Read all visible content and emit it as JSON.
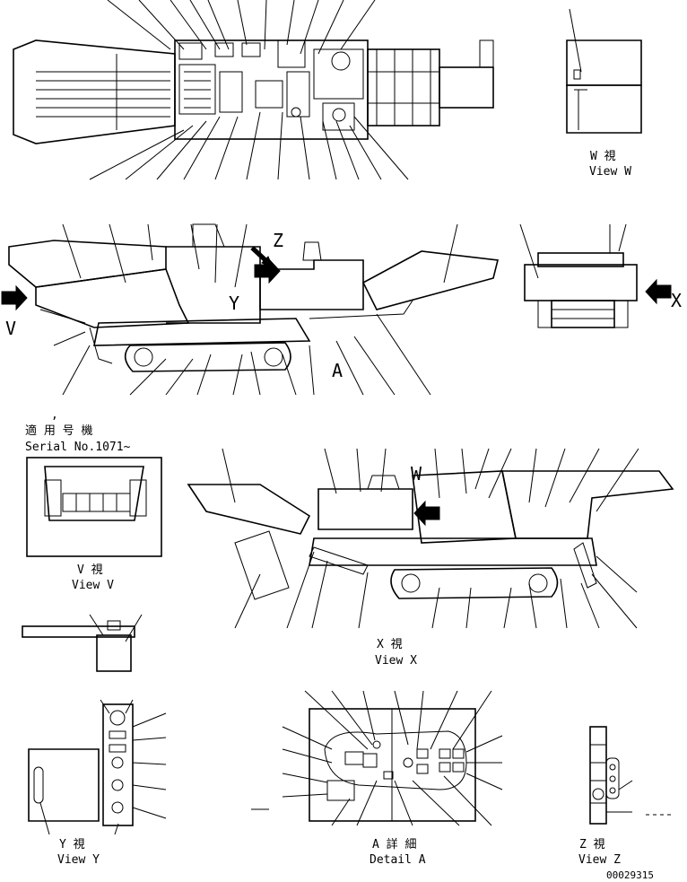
{
  "views": {
    "w": {
      "jp": "W 視",
      "en": "View W"
    },
    "v": {
      "jp": "V 視",
      "en": "View V"
    },
    "x": {
      "jp": "X 視",
      "en": "View X"
    },
    "y": {
      "jp": "Y 視",
      "en": "View Y"
    },
    "a": {
      "jp": "A 詳 細",
      "en": "Detail A"
    },
    "z": {
      "jp": "Z 視",
      "en": "View Z"
    }
  },
  "markers": {
    "v": "V",
    "x": "X",
    "w": "W",
    "z": "Z",
    "a": "A",
    "y": "Y"
  },
  "serial": {
    "jp": "適 用 号 機",
    "en": "Serial No.1071~"
  },
  "drawing_number": "00029315"
}
